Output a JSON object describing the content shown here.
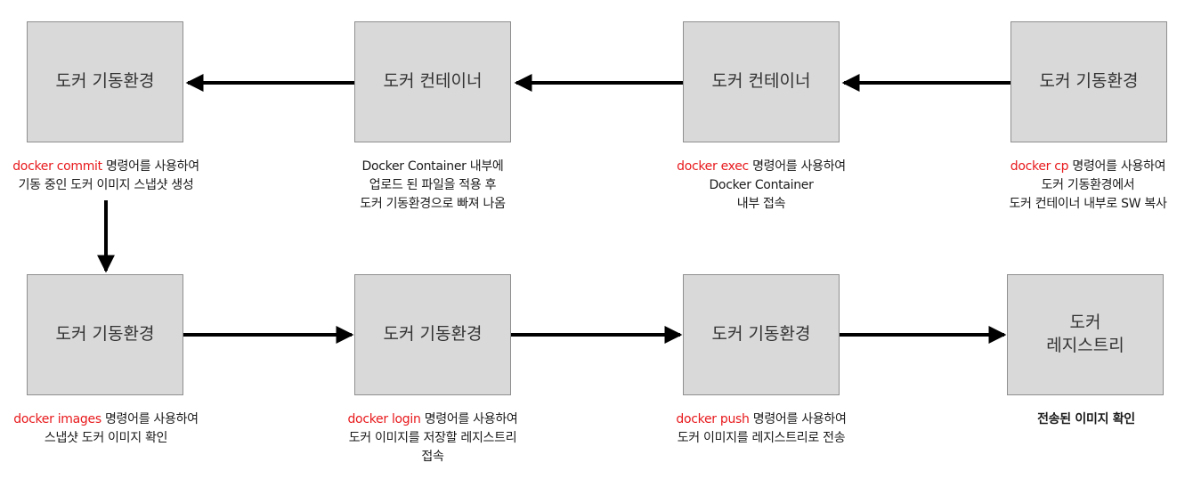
{
  "boxes": {
    "row1": [
      "도커 기동환경",
      "도커 컨테이너",
      "도커 컨테이너",
      "도커 기동환경"
    ],
    "row2": [
      "도커 기동환경",
      "도커 기동환경",
      "도커 기동환경",
      "도커\n레지스트리"
    ]
  },
  "captions": {
    "commit": {
      "cmd": "docker commit",
      "line1": " 명령어를 사용하여",
      "line2": "기동 중인 도커 이미지 스냅샷 생성"
    },
    "container_upload": {
      "line1": "Docker Container 내부에",
      "line2": "업로드 된 파일을 적용 후",
      "line3": "도커 기동환경으로 빠져 나옴"
    },
    "exec": {
      "cmd": "docker exec",
      "line1": " 명령어를 사용하여",
      "line2": "Docker Container",
      "line3": "내부 접속"
    },
    "cp": {
      "cmd": "docker cp",
      "line1": " 명령어를 사용하여",
      "line2": "도커 기동환경에서",
      "line3": "도커 컨테이너 내부로 SW 복사"
    },
    "images": {
      "cmd": "docker images",
      "line1": " 명령어를 사용하여",
      "line2": "스냅샷 도커 이미지 확인"
    },
    "login": {
      "cmd": "docker login",
      "line1": " 명령어를 사용하여",
      "line2": "도커 이미지를 저장할 레지스트리",
      "line3": "접속"
    },
    "push": {
      "cmd": "docker push",
      "line1": " 명령어를 사용하여",
      "line2": "도커 이미지를 레지스트리로 전송"
    },
    "verify": {
      "line1": "전송된 이미지 확인"
    }
  },
  "colors": {
    "box_fill": "#d9d9d9",
    "box_border": "#8f8f8f",
    "command_text": "#e8191c",
    "arrow": "#000000"
  }
}
